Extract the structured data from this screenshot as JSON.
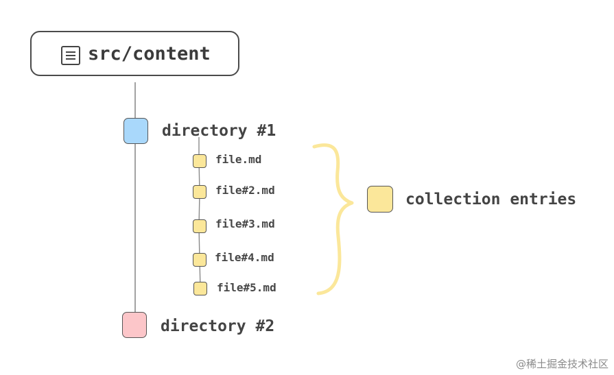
{
  "root": {
    "label": "src/content",
    "icon": "document-icon"
  },
  "directories": [
    {
      "label": "directory #1",
      "color": "#a9d8fb"
    },
    {
      "label": "directory #2",
      "color": "#fcc6c9"
    }
  ],
  "files": [
    {
      "label": "file.md"
    },
    {
      "label": "file#2.md"
    },
    {
      "label": "file#3.md"
    },
    {
      "label": "file#4.md"
    },
    {
      "label": "file#5.md"
    }
  ],
  "collection": {
    "label": "collection entries",
    "color": "#fbe79a"
  },
  "brace_color": "#fbe79a",
  "watermark": "@稀土掘金技术社区"
}
